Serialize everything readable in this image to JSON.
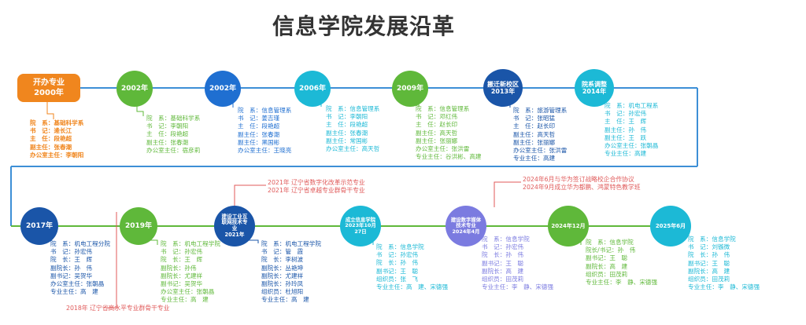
{
  "title": "信息学院发展沿革",
  "colors": {
    "orange": "#f0861e",
    "green": "#5fb83a",
    "blue": "#1f6fd1",
    "cyan": "#1cb9d6",
    "navy": "#1a55a8",
    "purple": "#7b7be0",
    "line_green": "#5fb83a",
    "line_blue": "#1f6fd1",
    "note_red": "#e05a5a"
  },
  "start": {
    "line1": "开办专业",
    "line2": "2000年"
  },
  "top_nodes": [
    {
      "label": "2002年"
    },
    {
      "label": "2002年"
    },
    {
      "label": "2006年"
    },
    {
      "label": "2009年"
    },
    {
      "label": "搬迁新校区\n2013年"
    },
    {
      "label": "院系调整\n2014年"
    }
  ],
  "bottom_nodes": [
    {
      "label": "2017年"
    },
    {
      "label": "2019年"
    },
    {
      "label": "建设工业互\n联网技术专\n业\n2021年"
    },
    {
      "label": "成立信息学院\n2023年10月\n27日"
    },
    {
      "label": "建设数字媒体\n技术专业\n2024年4月"
    },
    {
      "label": "2024年12月"
    },
    {
      "label": "2025年6月"
    }
  ],
  "top_info": [
    "院　系：基础科学系\n书　记：逄长江\n主　任：段艳超\n副主任：张春潮\n办公室主任：李朝阳",
    "院　系：基础科学系\n书　记：李朝阳\n主　任：段艳超\n副主任：张春潮\n办公室主任：宿彦莉",
    "院　系：信息管理系\n书　记：姜吉瑾\n主　任：段艳超\n副主任：张春潮\n副主任：黑国彬\n办公室主任：王晓亮",
    "院　系：信息管理系\n书　记：李朝阳\n主　任：段艳超\n副主任：张春潮\n副主任：常国彬\n办公室主任：高天哲",
    "院　系：信息管理系\n书　记：邓红伟\n主　任：赵长印\n副主任：高天哲\n副主任：张丽娜\n办公室主任：张洪雷\n专业主任：谷洪彬、高建",
    "院　系：旅游管理系\n书　记：张昭猛\n主　任：赵长印\n副主任：高天哲\n副主任：张丽娜\n办公室主任：张洪雷\n专业主任：高建",
    "院　系：机电工程系\n书　记：孙宏伟\n主　任：王　辉\n副主任：孙　伟\n副主任：王　跃\n办公室主任：张朝晶\n专业主任：高建"
  ],
  "bottom_info": [
    "院　系：机电工程分院\n书　记：孙宏伟\n院　长：王　辉\n副院长：孙　伟\n副书记：吴贺华\n办公室主任：张朝晶\n专业主任：高　建",
    "院　系：机电工程学院\n书　记：孙宏伟\n院　长：王　辉\n副院长：孙伟\n副院长：尤建祥\n副书记：吴贺华\n办公室主任：张朝晶\n专业主任：高　建",
    "院　系：机电工程学院\n书　记：管　霞\n院　长：李树波\n副院长：丛艳坤\n副院长：尤建祥\n副院长：孙玲凤\n组织员：杜旭阳\n专业主任：高　建",
    "院　系：信息学院\n书　记：孙宏伟\n院　长：孙　伟\n副书记：王　聪\n组织员：张　飞\n专业主任：高　建、宋德强",
    "院　系：信息学院\n书　记：孙宏伟\n院　长：孙　伟\n副书记：王　聪\n副院长：高　建\n组织员：田茂莉\n专业主任：李　静、宋德强",
    "院　系：信息学院\n院长/书记：孙　伟\n副书记：王　聪\n副院长：高　建\n组织员：田茂莉\n专业主任：李　静、宋德强",
    "院　系：信息学院\n书　记：刘镞微\n院　长：孙　伟\n副书记：王　聪\n副院长：高　建\n组织员：田茂莉\n专业主任：李　静、宋德强"
  ],
  "notes": {
    "n2021": "2021年 辽宁省数字化改革示范专业\n2021年 辽宁省卓越专业群骨干专业",
    "n2024": "2024年6月与华为签订战略校企合作协议\n2024年9月成立华为都鹏、鸿蒙特色教学班",
    "n2018": "2018年 辽宁省高水平专业群骨干专业"
  }
}
